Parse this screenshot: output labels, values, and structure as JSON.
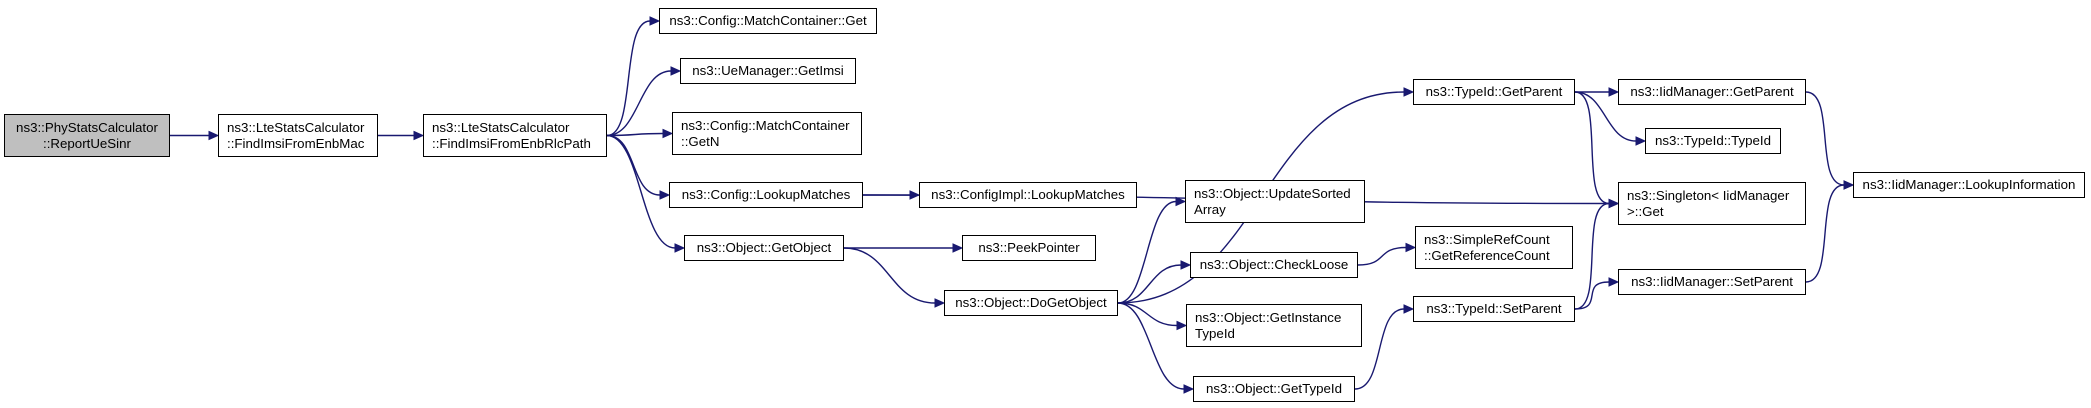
{
  "diagram": {
    "colors": {
      "edge": "#191970",
      "root_fill": "#bfbfbf",
      "node_fill": "#ffffff",
      "border": "#000000"
    },
    "nodes": {
      "report_ue_sinr": {
        "lines": [
          "ns3::PhyStatsCalculator",
          "::ReportUeSinr"
        ]
      },
      "find_imsi_from_enb_mac": {
        "lines": [
          "ns3::LteStatsCalculator",
          "::FindImsiFromEnbMac"
        ]
      },
      "find_imsi_from_enb_rlc_path": {
        "lines": [
          "ns3::LteStatsCalculator",
          "::FindImsiFromEnbRlcPath"
        ]
      },
      "match_container_get": {
        "lines": [
          "ns3::Config::MatchContainer::Get"
        ]
      },
      "ue_manager_get_imsi": {
        "lines": [
          "ns3::UeManager::GetImsi"
        ]
      },
      "match_container_get_n": {
        "lines": [
          "ns3::Config::MatchContainer",
          "::GetN"
        ]
      },
      "config_lookup_matches": {
        "lines": [
          "ns3::Config::LookupMatches"
        ]
      },
      "object_get_object": {
        "lines": [
          "ns3::Object::GetObject"
        ]
      },
      "config_impl_lookup_matches": {
        "lines": [
          "ns3::ConfigImpl::LookupMatches"
        ]
      },
      "peek_pointer": {
        "lines": [
          "ns3::PeekPointer"
        ]
      },
      "object_do_get_object": {
        "lines": [
          "ns3::Object::DoGetObject"
        ]
      },
      "typeid_get_parent": {
        "lines": [
          "ns3::TypeId::GetParent"
        ]
      },
      "object_update_sorted_array": {
        "lines": [
          "ns3::Object::UpdateSorted",
          "Array"
        ]
      },
      "object_check_loose": {
        "lines": [
          "ns3::Object::CheckLoose"
        ]
      },
      "object_get_instance_typeid": {
        "lines": [
          "ns3::Object::GetInstance",
          "TypeId"
        ]
      },
      "object_get_typeid": {
        "lines": [
          "ns3::Object::GetTypeId"
        ]
      },
      "simple_ref_count": {
        "lines": [
          "ns3::SimpleRefCount",
          "::GetReferenceCount"
        ]
      },
      "typeid_set_parent": {
        "lines": [
          "ns3::TypeId::SetParent"
        ]
      },
      "iid_manager_get_parent": {
        "lines": [
          "ns3::IidManager::GetParent"
        ]
      },
      "typeid_typeid": {
        "lines": [
          "ns3::TypeId::TypeId"
        ]
      },
      "singleton_get": {
        "lines": [
          "ns3::Singleton< IidManager",
          ">::Get"
        ]
      },
      "iid_manager_set_parent": {
        "lines": [
          "ns3::IidManager::SetParent"
        ]
      },
      "iid_manager_lookup_information": {
        "lines": [
          "ns3::IidManager::LookupInformation"
        ]
      }
    },
    "edges": [
      [
        "report_ue_sinr",
        "find_imsi_from_enb_mac"
      ],
      [
        "find_imsi_from_enb_mac",
        "find_imsi_from_enb_rlc_path"
      ],
      [
        "find_imsi_from_enb_rlc_path",
        "match_container_get"
      ],
      [
        "find_imsi_from_enb_rlc_path",
        "ue_manager_get_imsi"
      ],
      [
        "find_imsi_from_enb_rlc_path",
        "match_container_get_n"
      ],
      [
        "find_imsi_from_enb_rlc_path",
        "config_lookup_matches"
      ],
      [
        "find_imsi_from_enb_rlc_path",
        "object_get_object"
      ],
      [
        "config_lookup_matches",
        "config_impl_lookup_matches"
      ],
      [
        "config_lookup_matches",
        "singleton_get"
      ],
      [
        "object_get_object",
        "peek_pointer"
      ],
      [
        "object_get_object",
        "object_do_get_object"
      ],
      [
        "object_do_get_object",
        "typeid_get_parent"
      ],
      [
        "object_do_get_object",
        "object_update_sorted_array"
      ],
      [
        "object_do_get_object",
        "object_check_loose"
      ],
      [
        "object_do_get_object",
        "object_get_instance_typeid"
      ],
      [
        "object_do_get_object",
        "object_get_typeid"
      ],
      [
        "object_check_loose",
        "simple_ref_count"
      ],
      [
        "object_get_typeid",
        "typeid_set_parent"
      ],
      [
        "typeid_get_parent",
        "iid_manager_get_parent"
      ],
      [
        "typeid_get_parent",
        "typeid_typeid"
      ],
      [
        "typeid_get_parent",
        "singleton_get"
      ],
      [
        "typeid_set_parent",
        "singleton_get"
      ],
      [
        "typeid_set_parent",
        "iid_manager_set_parent"
      ],
      [
        "iid_manager_get_parent",
        "iid_manager_lookup_information"
      ],
      [
        "iid_manager_set_parent",
        "iid_manager_lookup_information"
      ]
    ]
  }
}
